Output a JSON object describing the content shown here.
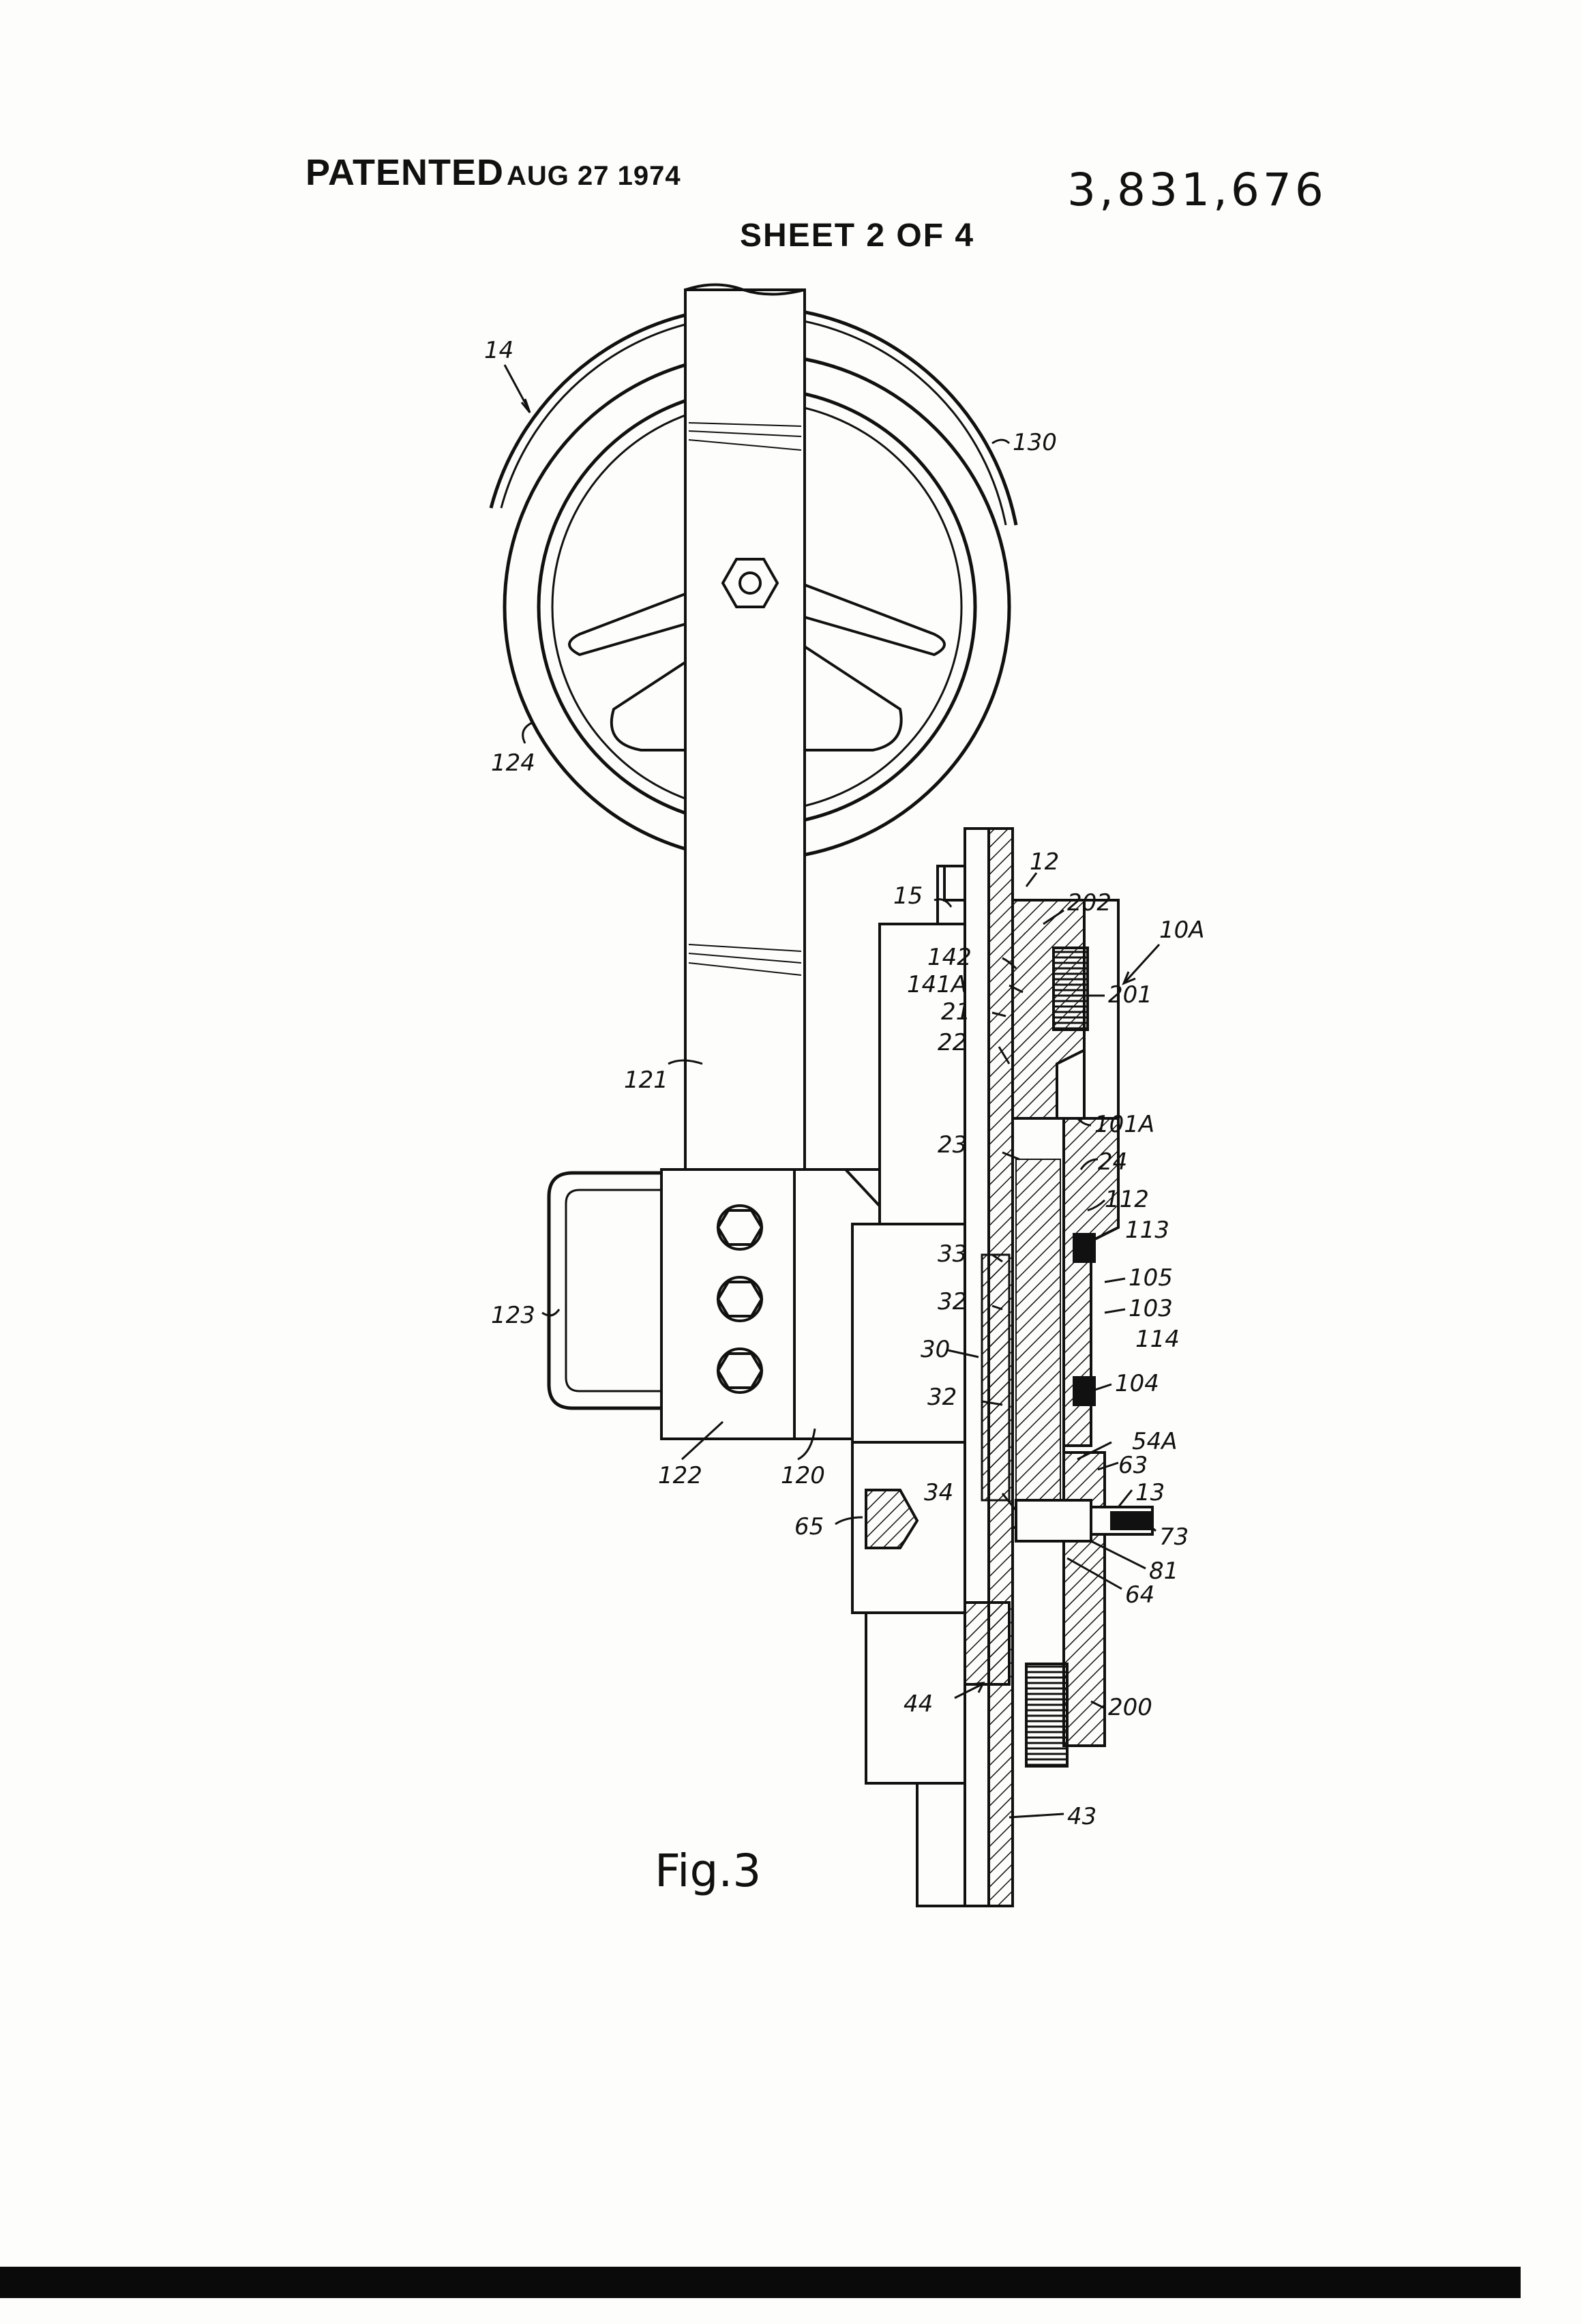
{
  "header": {
    "patented": "PATENTED",
    "date": "AUG 27 1974",
    "patent_number": "3,831,676",
    "sheet": "SHEET 2 OF 4"
  },
  "figure": {
    "caption": "Fig.3",
    "labels": {
      "l14": "14",
      "l130": "130",
      "l124": "124",
      "l121": "121",
      "l123": "123",
      "l122": "122",
      "l120": "120",
      "l12": "12",
      "l15": "15",
      "l202": "202",
      "l10A": "10A",
      "l142": "142",
      "l141A": "141A",
      "l201": "201",
      "l21": "21",
      "l22": "22",
      "l101A": "101A",
      "l23": "23",
      "l24": "24",
      "l112": "112",
      "l113": "113",
      "l33": "33",
      "l105": "105",
      "l103": "103",
      "l32a": "32",
      "l114": "114",
      "l30": "30",
      "l32b": "32",
      "l104": "104",
      "l54A": "54A",
      "l63": "63",
      "l34": "34",
      "l13": "13",
      "l65": "65",
      "l73": "73",
      "l81": "81",
      "l64": "64",
      "l44": "44",
      "l200": "200",
      "l43": "43"
    }
  }
}
